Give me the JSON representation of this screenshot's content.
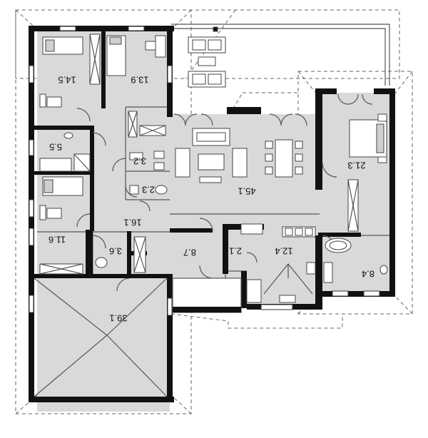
{
  "rooms": [
    {
      "id": "bedroom-nw",
      "area": "14.5"
    },
    {
      "id": "bedroom-n",
      "area": "13.9"
    },
    {
      "id": "bath-small",
      "area": "5.5"
    },
    {
      "id": "closet-3-2",
      "area": "3.2"
    },
    {
      "id": "wc",
      "area": "2.3"
    },
    {
      "id": "living",
      "area": "45.1"
    },
    {
      "id": "master-bedroom",
      "area": "21.3"
    },
    {
      "id": "hall",
      "area": "16.1"
    },
    {
      "id": "bedroom-sw",
      "area": "11.6"
    },
    {
      "id": "utility",
      "area": "3.6"
    },
    {
      "id": "entry",
      "area": "8.7"
    },
    {
      "id": "pantry",
      "area": "2.1"
    },
    {
      "id": "kitchen",
      "area": "12.4"
    },
    {
      "id": "master-bath",
      "area": "8.4"
    },
    {
      "id": "garage",
      "area": "39.1"
    }
  ],
  "colors": {
    "room_fill": "#d9d9d9",
    "wall": "#111111",
    "line": "#555555"
  }
}
